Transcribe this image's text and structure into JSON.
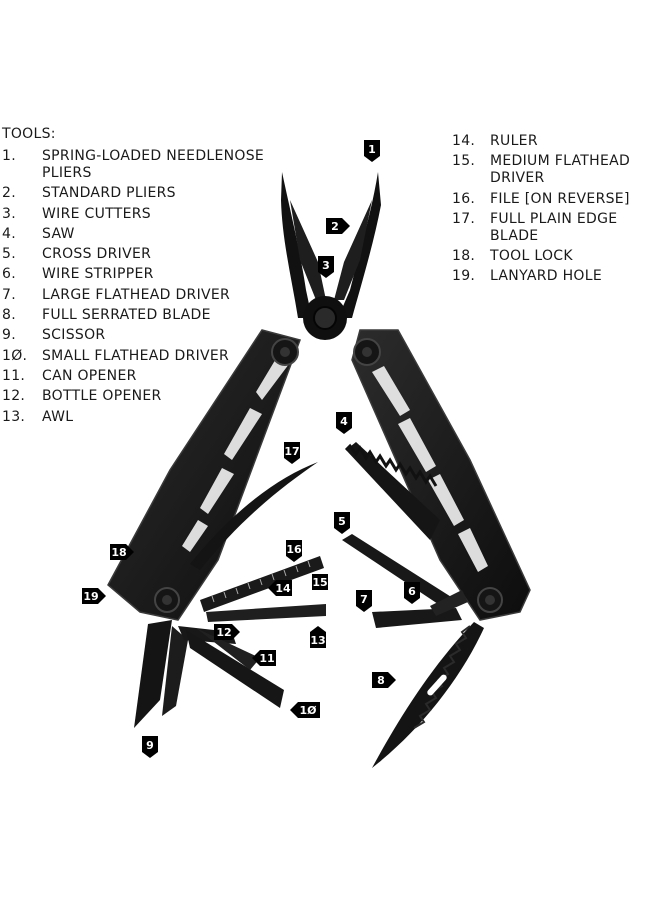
{
  "heading": "TOOLS:",
  "tools_left": [
    {
      "num": "1.",
      "name": "SPRING-LOADED NEEDLENOSE PLIERS"
    },
    {
      "num": "2.",
      "name": "STANDARD PLIERS"
    },
    {
      "num": "3.",
      "name": "WIRE CUTTERS"
    },
    {
      "num": "4.",
      "name": "SAW"
    },
    {
      "num": "5.",
      "name": "CROSS DRIVER"
    },
    {
      "num": "6.",
      "name": "WIRE STRIPPER"
    },
    {
      "num": "7.",
      "name": "LARGE FLATHEAD DRIVER"
    },
    {
      "num": "8.",
      "name": "FULL SERRATED BLADE"
    },
    {
      "num": "9.",
      "name": "SCISSOR"
    },
    {
      "num": "1Ø.",
      "name": "SMALL FLATHEAD DRIVER"
    },
    {
      "num": "11.",
      "name": "CAN OPENER"
    },
    {
      "num": "12.",
      "name": "BOTTLE OPENER"
    },
    {
      "num": "13.",
      "name": "AWL"
    }
  ],
  "tools_right": [
    {
      "num": "14.",
      "name": "RULER"
    },
    {
      "num": "15.",
      "name": "MEDIUM FLATHEAD DRIVER"
    },
    {
      "num": "16.",
      "name": "FILE [ON REVERSE]"
    },
    {
      "num": "17.",
      "name": "FULL PLAIN EDGE BLADE"
    },
    {
      "num": "18.",
      "name": "TOOL LOCK"
    },
    {
      "num": "19.",
      "name": "LANYARD HOLE"
    }
  ],
  "callouts": [
    "1",
    "2",
    "3",
    "4",
    "5",
    "6",
    "7",
    "8",
    "9",
    "1Ø",
    "11",
    "12",
    "13",
    "14",
    "15",
    "16",
    "17",
    "18",
    "19"
  ],
  "colors": {
    "tool_body": "#141414",
    "tool_edge": "#3a3a3a",
    "callout_bg": "#000000",
    "text": "#1a1a1a"
  }
}
